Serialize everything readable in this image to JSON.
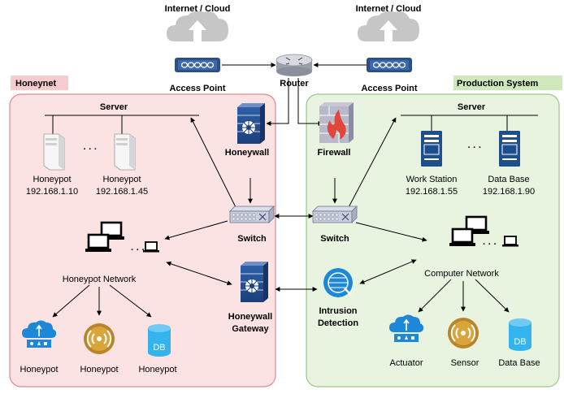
{
  "internet": {
    "left": "Internet / Cloud",
    "right": "Internet / Cloud"
  },
  "core": {
    "access_point_left": "Access Point",
    "router": "Router",
    "access_point_right": "Access Point"
  },
  "honeynet": {
    "title": "Honeynet",
    "server": "Server",
    "ellipsis": "· · ·",
    "honeypot_a": {
      "name": "Honeypot",
      "ip": "192.168.1.10"
    },
    "honeypot_b": {
      "name": "Honeypot",
      "ip": "192.168.1.45"
    },
    "network": "Honeypot Network",
    "leaves": [
      "Honeypot",
      "Honeypot",
      "Honeypot"
    ],
    "db_text": "DB"
  },
  "middle": {
    "honeywall": "Honeywall",
    "switch_left": "Switch",
    "gateway_line1": "Honeywall",
    "gateway_line2": "Gateway",
    "firewall": "Firewall",
    "switch_right": "Switch",
    "ids_line1": "Intrusion",
    "ids_line2": "Detection"
  },
  "production": {
    "title": "Production System",
    "server": "Server",
    "ellipsis": "· · ·",
    "workstation": {
      "name": "Work Station",
      "ip": "192.168.1.55"
    },
    "database": {
      "name": "Data Base",
      "ip": "192.168.1.90"
    },
    "network": "Computer Network",
    "leaves": [
      "Actuator",
      "Sensor",
      "Data Base"
    ],
    "db_text": "DB"
  },
  "colors": {
    "honeynet_bg": "#fbe3e3",
    "honeynet_border": "#d98a8a",
    "honeynet_title_bg": "#f8cccc",
    "production_bg": "#e9f4e0",
    "production_border": "#9cc58a",
    "production_title_bg": "#cfe9bd",
    "icon_blue": "#1e88d8",
    "icon_gold": "#b8862a",
    "db_cyan": "#34b3ec",
    "navy": "#1f4e8c"
  }
}
